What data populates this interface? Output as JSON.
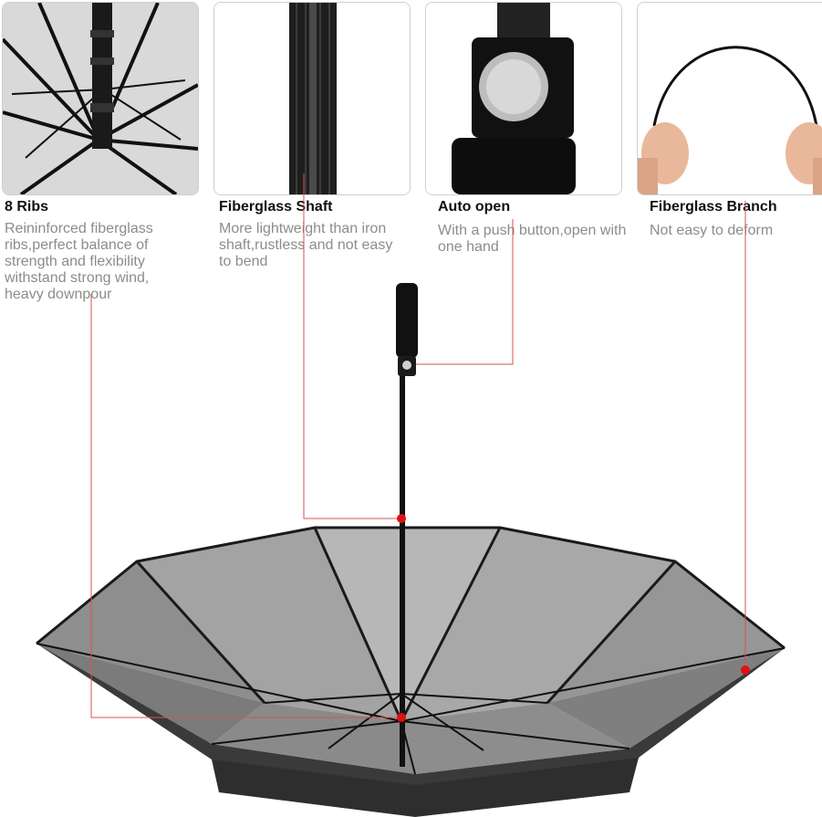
{
  "features": [
    {
      "title": "8 Ribs",
      "description": "Reininforced fiberglass ribs,perfect balance of strength and flexibility withstand strong wind, heavy downpour",
      "image_icon": "umbrella-ribs-closeup"
    },
    {
      "title": "Fiberglass Shaft",
      "description": "More lightweight than iron shaft,rustless and not easy to bend",
      "image_icon": "fiberglass-shaft-closeup"
    },
    {
      "title": "Auto open",
      "description": "With a push button,open with one hand",
      "image_icon": "push-button-handle-closeup"
    },
    {
      "title": "Fiberglass Branch",
      "description": "Not easy to deform",
      "image_icon": "bending-rib-in-hands"
    }
  ],
  "colors": {
    "callout_line": "#d9534f",
    "callout_dot": "#e01010",
    "canopy_outer": "#3a3a3a",
    "canopy_inner": "#9a9a9a",
    "title_text": "#111111",
    "desc_text": "#8c8c8c"
  }
}
